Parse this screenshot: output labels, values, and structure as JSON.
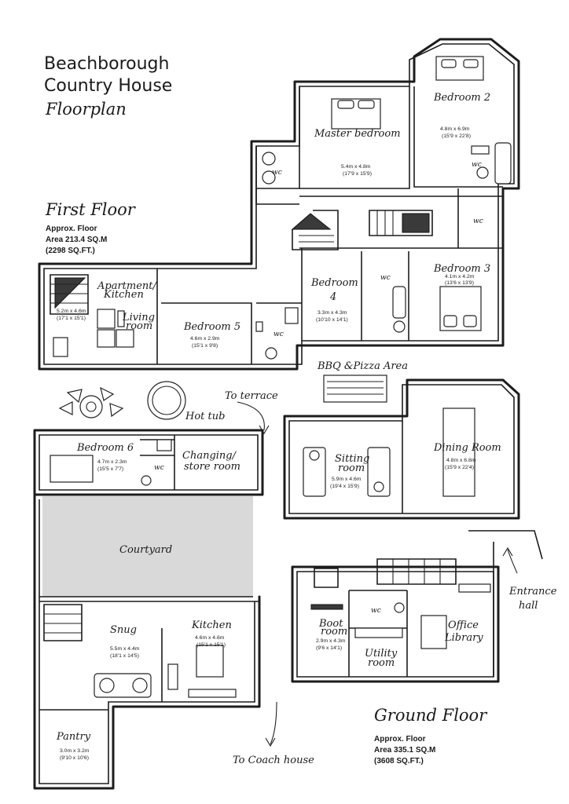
{
  "title": {
    "line1": "Beachborough",
    "line2": "Country House",
    "line3": "Floorplan"
  },
  "first_floor": {
    "heading": "First Floor",
    "area_line1": "Approx. Floor",
    "area_line2": "Area 213.4 SQ.M",
    "area_line3": "(2298 SQ.FT.)"
  },
  "ground_floor": {
    "heading": "Ground Floor",
    "area_line1": "Approx. Floor",
    "area_line2": "Area 335.1 SQ.M",
    "area_line3": "(3608 SQ.FT.)"
  },
  "rooms": {
    "master_bedroom": {
      "name": "Master bedroom",
      "dim1": "5.4m x 4.8m",
      "dim2": "(17'9 x 15'9)"
    },
    "bedroom2": {
      "name": "Bedroom 2",
      "dim1": "4.8m x 6.9m",
      "dim2": "(15'9 x 22'8)"
    },
    "bedroom3": {
      "name": "Bedroom 3",
      "dim1": "4.1m x 4.2m",
      "dim2": "(13'6 x 13'9)"
    },
    "bedroom4": {
      "name_line1": "Bedroom",
      "name_line2": "4",
      "dim1": "3.3m x 4.3m",
      "dim2": "(10'10 x 14'1)"
    },
    "bedroom5": {
      "name": "Bedroom 5",
      "dim1": "4.6m x 2.9m",
      "dim2": "(15'1 x 9'8)"
    },
    "apartment": {
      "name_line1": "Apartment/",
      "name_line2": "Kitchen",
      "living_line1": "Living",
      "living_line2": "room",
      "dim1": "5.2m x 4.6m",
      "dim2": "(17'1 x 15'1)"
    },
    "bedroom6": {
      "name": "Bedroom 6",
      "dim1": "4.7m x 2.3m",
      "dim2": "(15'5 x 7'7)"
    },
    "changing": {
      "name_line1": "Changing/",
      "name_line2": "store room"
    },
    "courtyard": {
      "name": "Courtyard"
    },
    "sitting": {
      "name_line1": "Sitting",
      "name_line2": "room",
      "dim1": "5.9m x 4.6m",
      "dim2": "(19'4 x 15'9)"
    },
    "dining": {
      "name": "Dining Room",
      "dim1": "4.8m x 6.8m",
      "dim2": "(15'9 x 22'4)"
    },
    "snug": {
      "name": "Snug",
      "dim1": "5.5m x 4.4m",
      "dim2": "(18'1 x 14'5)"
    },
    "kitchen": {
      "name": "Kitchen",
      "dim1": "4.6m x 4.6m",
      "dim2": "(15'1 x 15'1)"
    },
    "pantry": {
      "name": "Pantry",
      "dim1": "3.0m x 3.2m",
      "dim2": "(9'10 x 10'6)"
    },
    "boot": {
      "name_line1": "Boot",
      "name_line2": "room",
      "dim1": "2.9m x 4.3m",
      "dim2": "(9'6 x 14'1)"
    },
    "utility": {
      "name_line1": "Utility",
      "name_line2": "room"
    },
    "office": {
      "name_line1": "Office",
      "name_line2": "Library"
    },
    "wc": "wc"
  },
  "labels": {
    "bbq": "BBQ &Pizza Area",
    "to_terrace": "To terrace",
    "hot_tub": "Hot tub",
    "entrance_line1": "Entrance",
    "entrance_line2": "hall",
    "to_coach_house": "To Coach house"
  }
}
